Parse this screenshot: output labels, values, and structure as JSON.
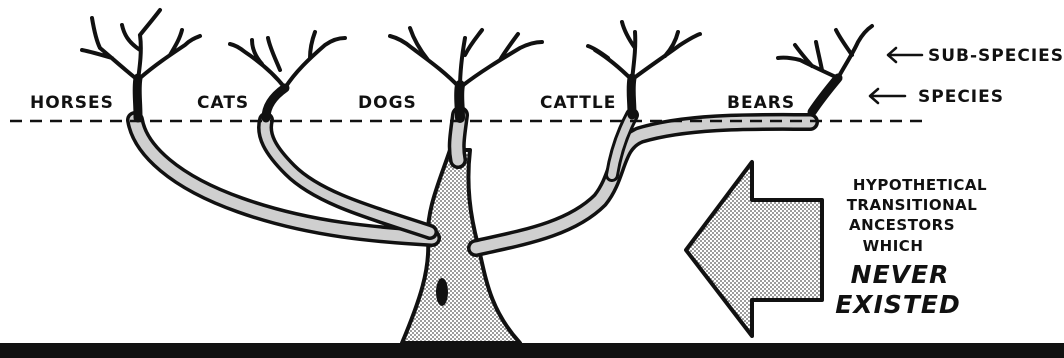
{
  "diagram": {
    "species_labels": [
      "HORSES",
      "CATS",
      "DOGS",
      "CATTLE",
      "BEARS"
    ],
    "annotations": {
      "subspecies": "SUB-SPECIES",
      "species": "SPECIES"
    },
    "note_lines": [
      "HYPOTHETICAL",
      "TRANSITIONAL",
      "ANCESTORS",
      "WHICH"
    ],
    "emphasis_lines": [
      "NEVER",
      "EXISTED"
    ]
  },
  "colors": {
    "ink": "#111111",
    "stipple": "#cfcfcf",
    "arrow_fill": "#d6d6d6",
    "ground": "#111111"
  }
}
